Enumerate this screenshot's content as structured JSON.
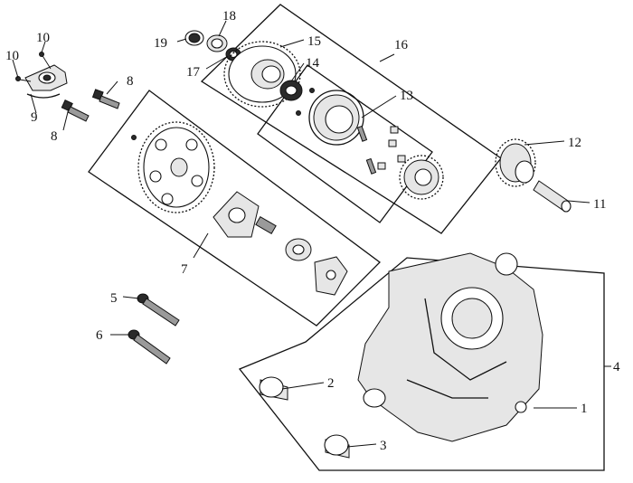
{
  "diagram": {
    "callouts": [
      "1",
      "2",
      "3",
      "4",
      "5",
      "6",
      "7",
      "8",
      "8",
      "9",
      "10",
      "10",
      "11",
      "12",
      "13",
      "14",
      "15",
      "16",
      "17",
      "18",
      "19"
    ]
  }
}
